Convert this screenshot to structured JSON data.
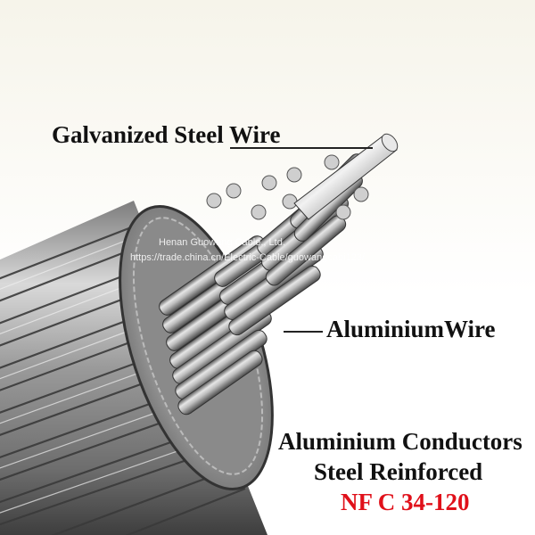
{
  "labels": {
    "steel_wire": "Galvanized Steel Wire",
    "aluminium_wire": "AluminiumWire",
    "title_line1": "Aluminium Conductors",
    "title_line2": "Steel Reinforced",
    "standard": "NF C 34-120"
  },
  "watermark": {
    "line1": "Henan Guowang Cable., Ltd.",
    "line2": "https://trade.china.cn/Electric-Cable/guowangcabi123/"
  },
  "colors": {
    "standard_text": "#e0101a",
    "label_text": "#111111",
    "leader_line": "#222222",
    "wire_light": "#e6e6e6",
    "wire_dark": "#555555"
  }
}
